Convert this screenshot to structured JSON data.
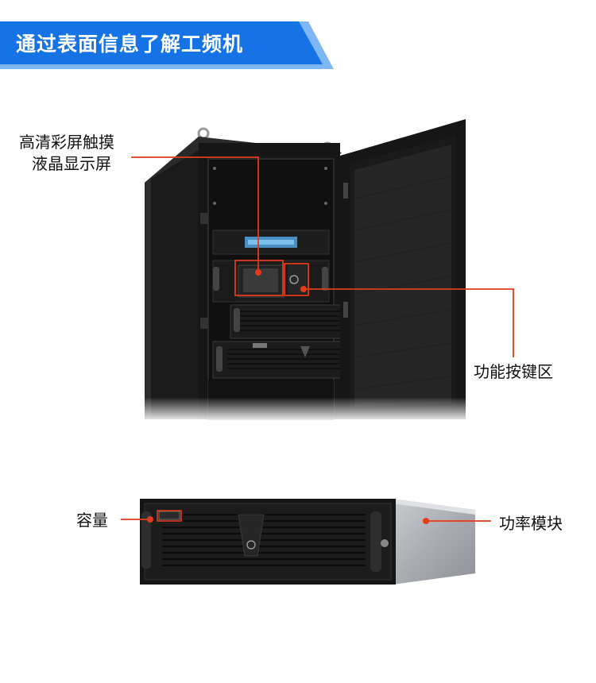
{
  "banner": {
    "title": "通过表面信息了解工频机",
    "color": "#1673e6",
    "accent": "#7fb6f5"
  },
  "labels": {
    "screen_line1": "高清彩屏触摸",
    "screen_line2": "液晶显示屏",
    "keypad": "功能按键区",
    "capacity": "容量",
    "power_module": "功率模块"
  },
  "colors": {
    "callout": "#e23a1b",
    "cabinet": "#141414",
    "screen": "#4a8fc4"
  },
  "icons": [
    "ups-cabinet-image",
    "power-module-image"
  ]
}
